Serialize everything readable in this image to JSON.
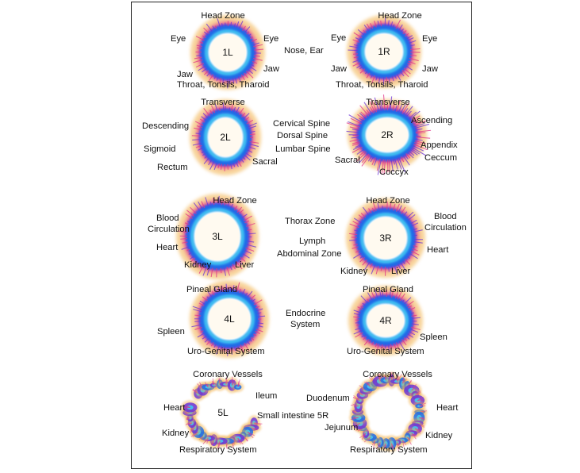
{
  "palette": {
    "frame": "#222222",
    "glow_outer": "#f2b14a",
    "glow_mid": "#e0348a",
    "glow_violet": "#6b35d8",
    "glow_blue": "#1f6de8",
    "glow_cyan": "#3fc9f2",
    "center": "#fffaf0"
  },
  "rings": [
    {
      "id": "1L",
      "label": "1L",
      "style": "full"
    },
    {
      "id": "1R",
      "label": "1R",
      "style": "full"
    },
    {
      "id": "2L",
      "label": "2L",
      "style": "full"
    },
    {
      "id": "2R",
      "label": "2R",
      "style": "spiky"
    },
    {
      "id": "3L",
      "label": "3L",
      "style": "full"
    },
    {
      "id": "3R",
      "label": "3R",
      "style": "full"
    },
    {
      "id": "4L",
      "label": "4L",
      "style": "full"
    },
    {
      "id": "4R",
      "label": "4R",
      "style": "full"
    },
    {
      "id": "5L",
      "label": "5L",
      "style": "broken"
    },
    {
      "id": "5R",
      "label": "",
      "style": "broken"
    }
  ],
  "labels": {
    "head_zone_1l": "Head Zone",
    "head_zone_1r": "Head Zone",
    "eye_1l_left": "Eye",
    "eye_1l_right": "Eye",
    "eye_1r_left": "Eye",
    "eye_1r_right": "Eye",
    "jaw_1l_left": "Jaw",
    "jaw_1l_right": "Jaw",
    "jaw_1r_left": "Jaw",
    "jaw_1r_right": "Jaw",
    "nose_ear": "Nose,  Ear",
    "throat_1l": "Throat, Tonsils, Tharoid",
    "throat_1r": "Throat, Tonsils, Tharoid",
    "transverse_2l": "Transverse",
    "transverse_2r": "Transverse",
    "descending": "Descending",
    "sigmoid": "Sigmoid",
    "rectum": "Rectum",
    "sacral_2l": "Sacral",
    "cervical_spine": "Cervical Spine",
    "dorsal_spine": "Dorsal Spine",
    "lumbar_spine": "Lumbar Spine",
    "ascending": "Ascending",
    "appendix": "Appendix",
    "ceccum": "Ceccum",
    "sacral_2r": "Sacral",
    "coccyx": "Coccyx",
    "head_zone_3l": "Head Zone",
    "head_zone_3r": "Head Zone",
    "blood_3l": "Blood",
    "circulation_3l": "Circulation",
    "heart_3l": "Heart",
    "kidney_3l": "Kidney",
    "liver_3l": "Liver",
    "thorax_zone": "Thorax Zone",
    "lymph": "Lymph",
    "abdominal_zone": "Abdominal Zone",
    "blood_3r": "Blood",
    "circulation_3r": "Circulation",
    "heart_3r": "Heart",
    "kidney_3r": "Kidney",
    "liver_3r": "Liver",
    "pineal_4l": "Pineal Gland",
    "pineal_4r": "Pineal Gland",
    "spleen_4l": "Spleen",
    "spleen_4r": "Spleen",
    "endocrine": "Endocrine",
    "system": "System",
    "urogenital_4l": "Uro-Genital System",
    "urogenital_4r": "Uro-Genital System",
    "coronary_5l": "Coronary Vessels",
    "coronary_5r": "Coronary Vessels",
    "ileum": "Ileum",
    "heart_5l": "Heart",
    "small_intestine": "Small intestine 5R",
    "kidney_5l": "Kidney",
    "respiratory_5l": "Respiratory System",
    "duodenum": "Duodenum",
    "heart_5r": "Heart",
    "jejunum": "Jejunum",
    "kidney_5r": "Kidney",
    "respiratory_5r": "Respiratory System"
  }
}
